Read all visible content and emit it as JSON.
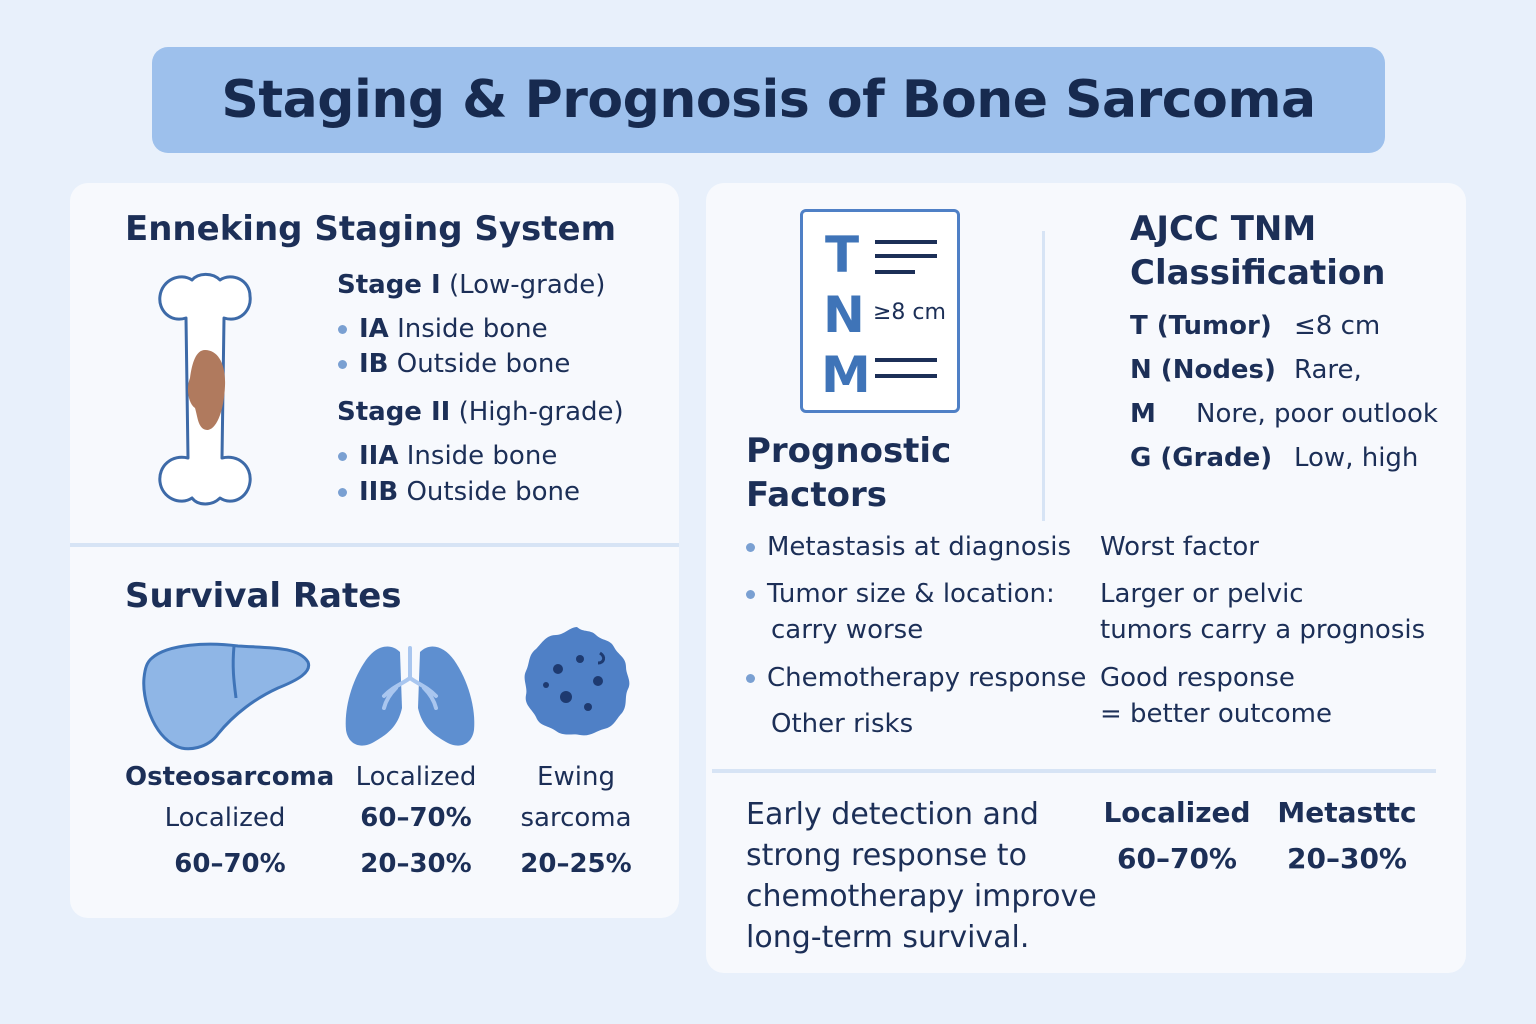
{
  "title": "Staging & Prognosis of Bone Sarcoma",
  "enneking": {
    "heading": "Enneking Staging System",
    "stage1": {
      "label": "Stage I",
      "note": "(Low-grade)"
    },
    "ia": {
      "code": "IA",
      "text": "Inside bone"
    },
    "ib": {
      "code": "IB",
      "text": "Outside bone"
    },
    "stage2": {
      "label": "Stage II",
      "note": "(High-grade)"
    },
    "iia": {
      "code": "IIA",
      "text": "Inside bone"
    },
    "iib": {
      "code": "IIB",
      "text": "Outside bone"
    }
  },
  "survival": {
    "heading": "Survival Rates",
    "col1": {
      "line1": "Osteosarcoma",
      "line2": "Localized",
      "line3": "60–70%"
    },
    "col2": {
      "line1": "Localized",
      "line2": "60–70%",
      "line3": "20–30%"
    },
    "col3": {
      "line1": "Ewing",
      "line2": "sarcoma",
      "line3": "20–25%"
    }
  },
  "tnm_card": {
    "t": "T",
    "n": "N",
    "m": "M",
    "size": "≥8 cm"
  },
  "ajcc": {
    "heading_line1": "AJCC TNM",
    "heading_line2": "Classification",
    "rows": [
      {
        "key": "T (Tumor)",
        "value": "≤8 cm"
      },
      {
        "key": "N (Nodes)",
        "value": "Rare,"
      },
      {
        "key": "M",
        "value": "Nore,  poor outlook"
      },
      {
        "key": "G (Grade)",
        "value": "Low, high"
      }
    ]
  },
  "prognostic": {
    "heading_line1": "Prognostic",
    "heading_line2": "Factors",
    "f1": {
      "factor": "Metastasis at diagnosis",
      "impact": "Worst factor"
    },
    "f2": {
      "factor_line1": "Tumor size & location:",
      "factor_line2": "carry worse",
      "impact_line1": "Larger or pelvic",
      "impact_line2": "tumors carry a prognosis"
    },
    "f3": {
      "factor": "Chemotherapy response",
      "impact_line1": "Good response",
      "impact_line2": "= better outcome"
    },
    "f4": {
      "factor": "Other risks"
    }
  },
  "summary": {
    "lines": [
      "Early detection and",
      "strong response to",
      "chemotherapy improve",
      "long-term survival."
    ],
    "localized_label": "Localized",
    "localized_value": "60–70%",
    "metastatic_label": "Metasttc",
    "metastatic_value": "20–30%"
  },
  "colors": {
    "background": "#e8f0fb",
    "title_bar": "#9dc0ec",
    "card": "#f7f9fd",
    "text": "#1c2f57",
    "accent_blue": "#3f74b8",
    "tumor": "#b07a5e"
  },
  "icons": [
    "bone-icon",
    "tnm-card-icon",
    "liver-icon",
    "lungs-icon",
    "tumor-cell-icon"
  ]
}
